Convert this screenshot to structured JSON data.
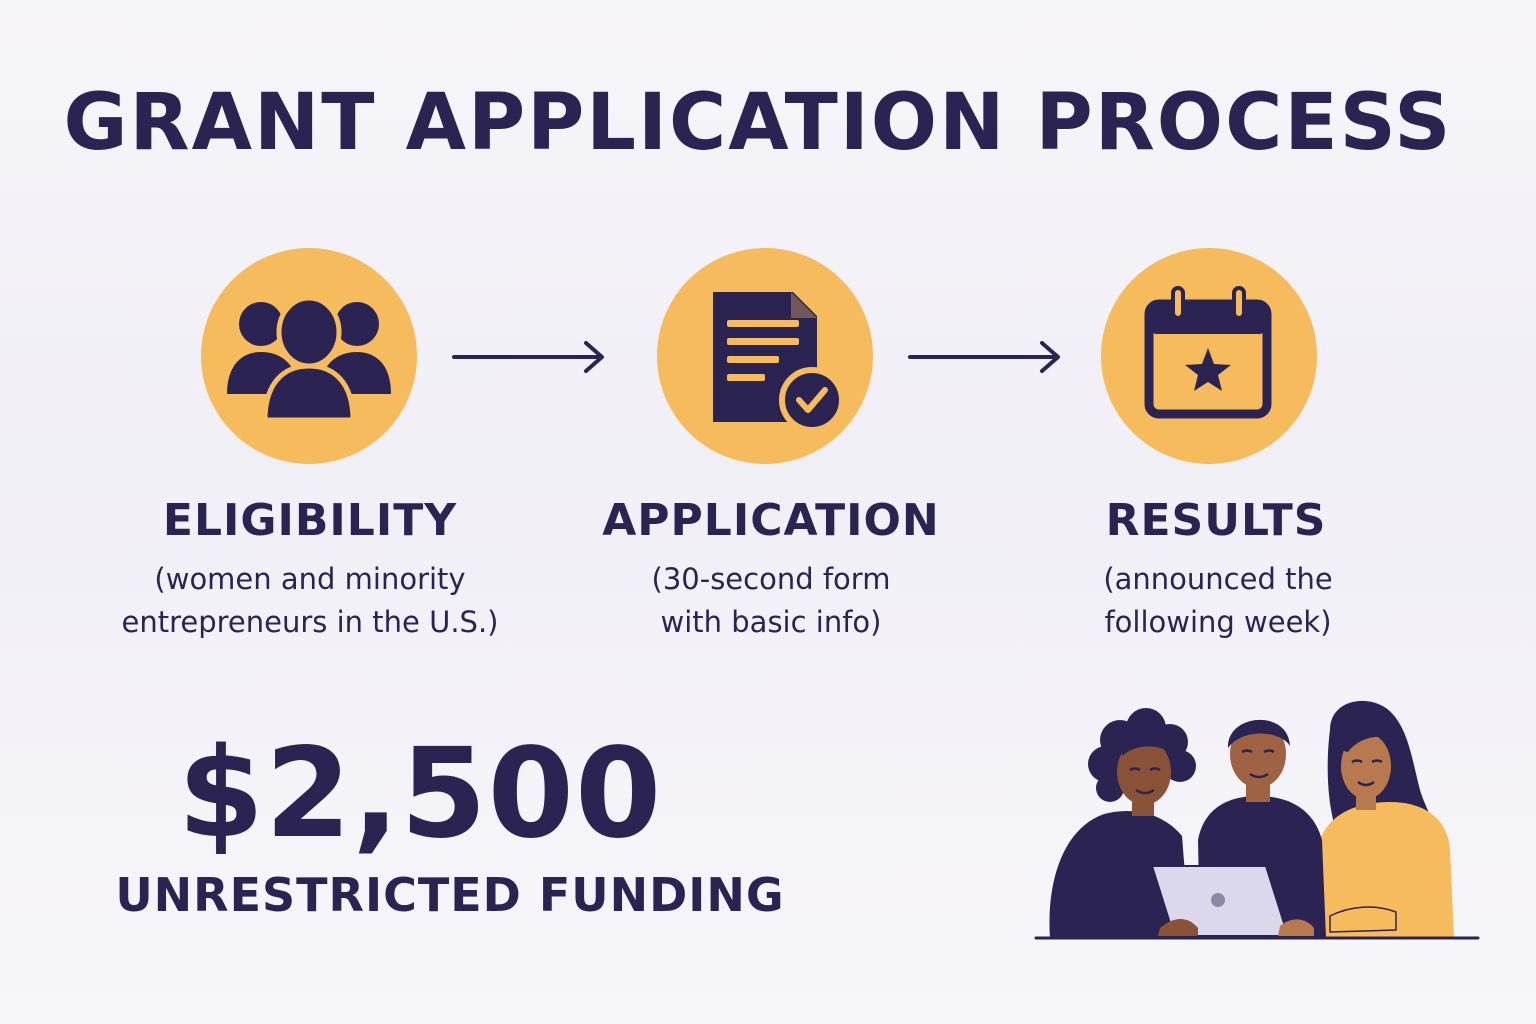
{
  "title": "GRANT APPLICATION PROCESS",
  "colors": {
    "navy": "#2b2453",
    "gold": "#f5bb5c",
    "background": "#f4f3f8"
  },
  "steps": [
    {
      "icon": "people-group-icon",
      "label": "ELIGIBILITY",
      "desc_line1": "(women and minority",
      "desc_line2": "entrepreneurs in the U.S.)"
    },
    {
      "icon": "document-check-icon",
      "label": "APPLICATION",
      "desc_line1": "(30-second form",
      "desc_line2": "with basic info)"
    },
    {
      "icon": "calendar-star-icon",
      "label": "RESULTS",
      "desc_line1": "(announced the",
      "desc_line2": "following week)"
    }
  ],
  "funding": {
    "amount": "$2,500",
    "label": "UNRESTRICTED FUNDING"
  },
  "illustration": {
    "icon": "people-with-laptop-illustration"
  }
}
